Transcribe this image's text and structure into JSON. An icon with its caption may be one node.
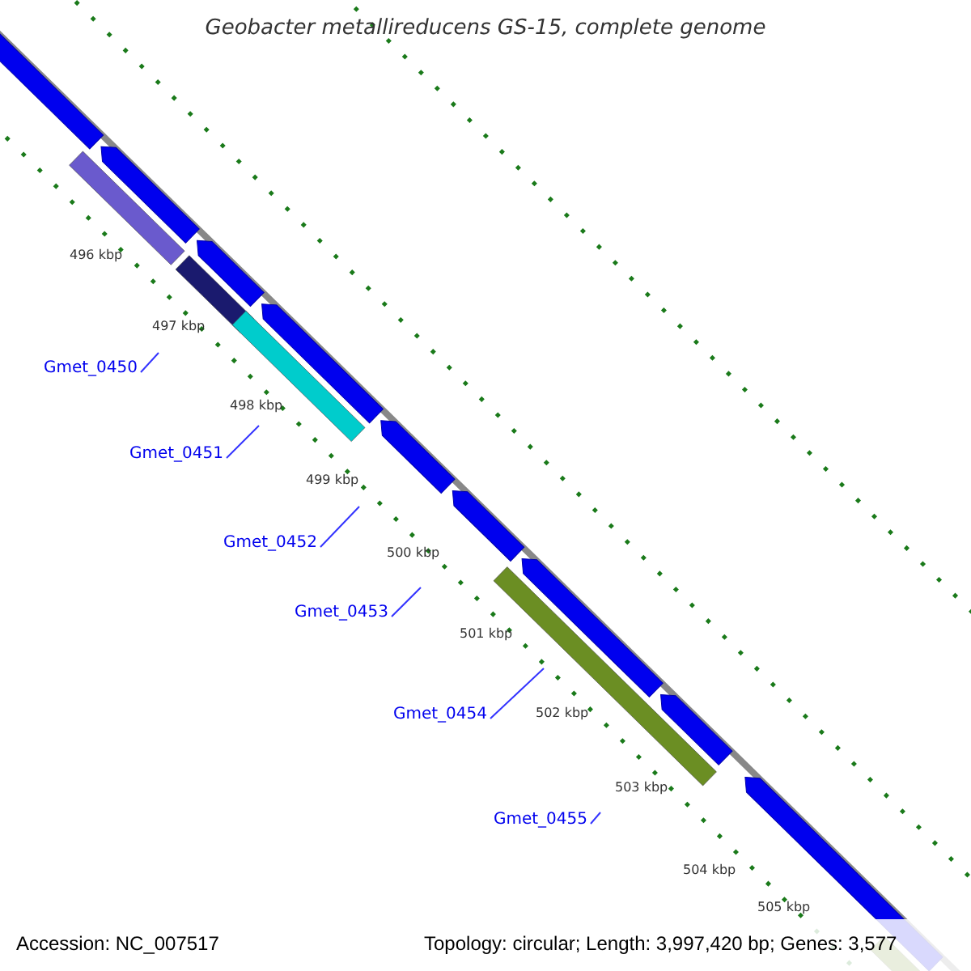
{
  "diagram": {
    "title": "Geobacter metallireducens GS-15, complete genome",
    "nodes": [
      {
        "text": [
          "Gmet_0450"
        ]
      },
      {
        "text": [
          "Gmet_0451"
        ]
      },
      {
        "text": [
          "Gmet_0452"
        ]
      },
      {
        "text": [
          "Gmet_0453"
        ]
      },
      {
        "text": [
          "Gmet_0454"
        ]
      },
      {
        "text": [
          "Gmet_0455"
        ]
      }
    ],
    "edges": [
      {
        "from": 0,
        "to": null,
        "arrow": "none"
      },
      {
        "from": 1,
        "to": null,
        "arrow": "none"
      },
      {
        "from": 2,
        "to": null,
        "arrow": "none"
      },
      {
        "from": 3,
        "to": null,
        "arrow": "none"
      },
      {
        "from": 4,
        "to": null,
        "arrow": "none"
      },
      {
        "from": 5,
        "to": null,
        "arrow": "none"
      }
    ],
    "labels": [
      "496 kbp",
      "497 kbp",
      "498 kbp",
      "499 kbp",
      "500 kbp",
      "501 kbp",
      "502 kbp",
      "503 kbp",
      "504 kbp",
      "505 kbp",
      "Accession: NC_007517",
      "Topology: circular; Length: 3,997,420 bp; Genes: 3,577"
    ]
  }
}
